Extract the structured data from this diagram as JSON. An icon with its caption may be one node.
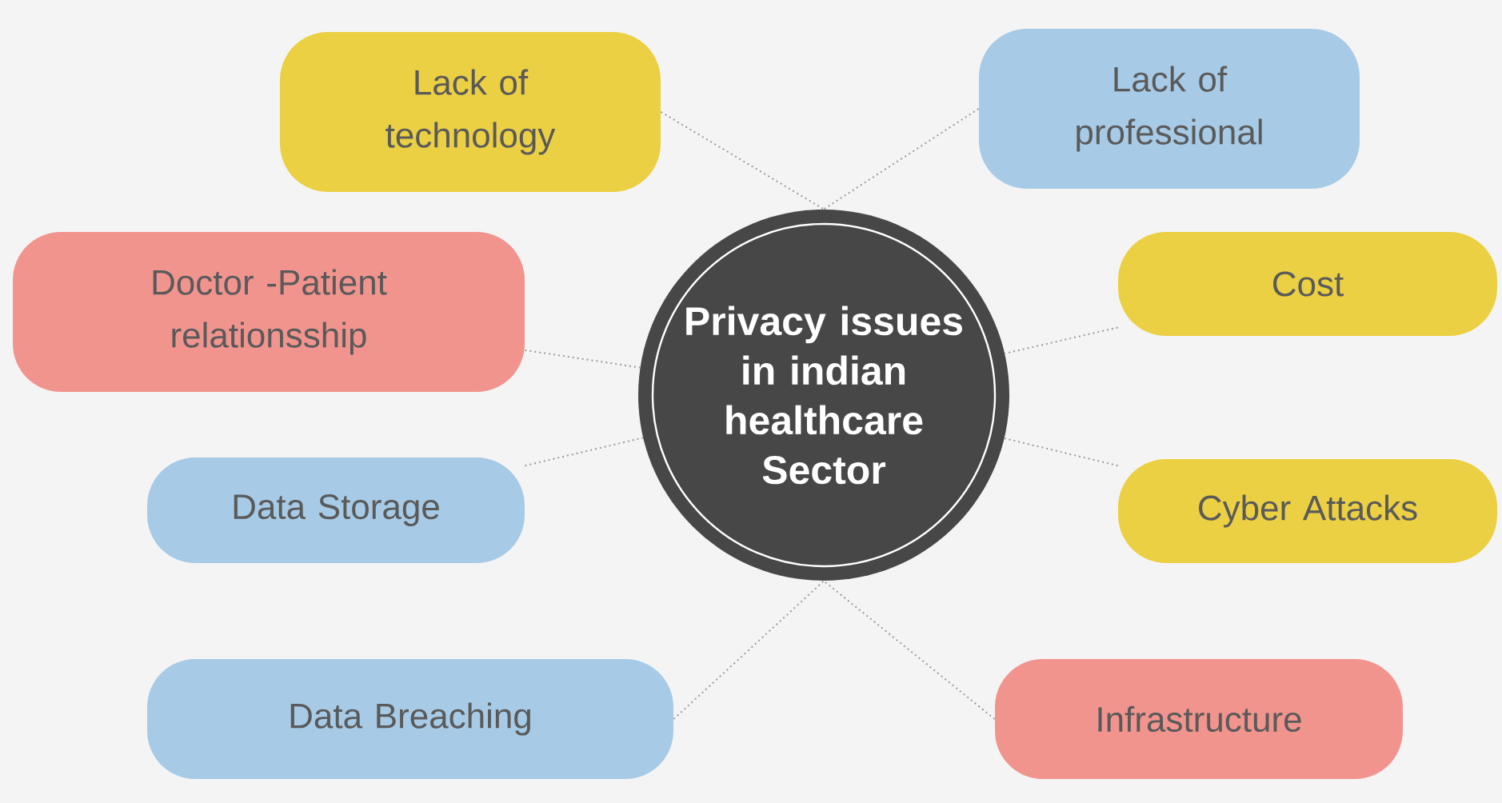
{
  "diagram": {
    "nodes": [
      {
        "text": [
          "Privacy issues in indian healthcare Sector"
        ]
      },
      {
        "text": [
          "Lack of technology"
        ]
      },
      {
        "text": [
          "Lack of professional"
        ]
      },
      {
        "text": [
          "Doctor -Patient relationsship"
        ]
      },
      {
        "text": [
          "Cost"
        ]
      },
      {
        "text": [
          "Data Storage"
        ]
      },
      {
        "text": [
          "Cyber Attacks"
        ]
      },
      {
        "text": [
          "Data  Breaching"
        ]
      },
      {
        "text": [
          "Infrastructure"
        ]
      }
    ],
    "edges": [
      {
        "from": 1,
        "to": 0,
        "arrow": "none"
      },
      {
        "from": 2,
        "to": 0,
        "arrow": "none"
      },
      {
        "from": 3,
        "to": 0,
        "arrow": "none"
      },
      {
        "from": 4,
        "to": 0,
        "arrow": "none"
      },
      {
        "from": 5,
        "to": 0,
        "arrow": "none"
      },
      {
        "from": 6,
        "to": 0,
        "arrow": "none"
      },
      {
        "from": 7,
        "to": 0,
        "arrow": "none"
      },
      {
        "from": 8,
        "to": 0,
        "arrow": "none"
      }
    ]
  }
}
